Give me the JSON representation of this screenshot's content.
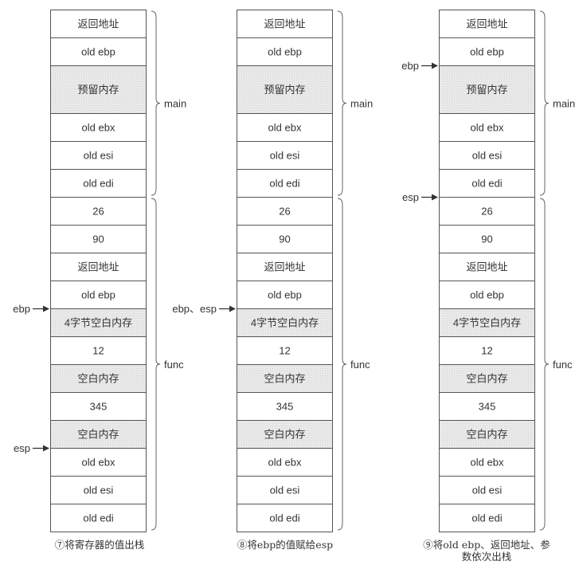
{
  "panels": [
    {
      "caption": "⑦将寄存器的值出栈",
      "cells": [
        {
          "label": "返回地址",
          "shaded": false
        },
        {
          "label": "old ebp",
          "shaded": false
        },
        {
          "label": "预留内存",
          "shaded": true
        },
        {
          "label": "old ebx",
          "shaded": false
        },
        {
          "label": "old esi",
          "shaded": false
        },
        {
          "label": "old edi",
          "shaded": false
        },
        {
          "label": "26",
          "shaded": false
        },
        {
          "label": "90",
          "shaded": false
        },
        {
          "label": "返回地址",
          "shaded": false
        },
        {
          "label": "old ebp",
          "shaded": false
        },
        {
          "label": "4字节空白内存",
          "shaded": true
        },
        {
          "label": "12",
          "shaded": false
        },
        {
          "label": "空白内存",
          "shaded": true
        },
        {
          "label": "345",
          "shaded": false
        },
        {
          "label": "空白内存",
          "shaded": true
        },
        {
          "label": "old ebx",
          "shaded": false
        },
        {
          "label": "old esi",
          "shaded": false
        },
        {
          "label": "old edi",
          "shaded": false
        }
      ],
      "pointers": [
        {
          "label": "ebp",
          "cell": 10
        },
        {
          "label": "esp",
          "cell": 15
        }
      ]
    },
    {
      "caption": "⑧将ebp的值赋给esp",
      "cells": [
        {
          "label": "返回地址",
          "shaded": false
        },
        {
          "label": "old ebp",
          "shaded": false
        },
        {
          "label": "预留内存",
          "shaded": true
        },
        {
          "label": "old ebx",
          "shaded": false
        },
        {
          "label": "old esi",
          "shaded": false
        },
        {
          "label": "old edi",
          "shaded": false
        },
        {
          "label": "26",
          "shaded": false
        },
        {
          "label": "90",
          "shaded": false
        },
        {
          "label": "返回地址",
          "shaded": false
        },
        {
          "label": "old ebp",
          "shaded": false
        },
        {
          "label": "4字节空白内存",
          "shaded": true
        },
        {
          "label": "12",
          "shaded": false
        },
        {
          "label": "空白内存",
          "shaded": true
        },
        {
          "label": "345",
          "shaded": false
        },
        {
          "label": "空白内存",
          "shaded": true
        },
        {
          "label": "old ebx",
          "shaded": false
        },
        {
          "label": "old esi",
          "shaded": false
        },
        {
          "label": "old edi",
          "shaded": false
        }
      ],
      "pointers": [
        {
          "label": "ebp、esp",
          "cell": 10
        }
      ]
    },
    {
      "caption": "⑨将old ebp、返回地址、参数依次出栈",
      "cells": [
        {
          "label": "返回地址",
          "shaded": false
        },
        {
          "label": "old ebp",
          "shaded": false
        },
        {
          "label": "预留内存",
          "shaded": true
        },
        {
          "label": "old ebx",
          "shaded": false
        },
        {
          "label": "old esi",
          "shaded": false
        },
        {
          "label": "old edi",
          "shaded": false
        },
        {
          "label": "26",
          "shaded": false
        },
        {
          "label": "90",
          "shaded": false
        },
        {
          "label": "返回地址",
          "shaded": false
        },
        {
          "label": "old ebp",
          "shaded": false
        },
        {
          "label": "4字节空白内存",
          "shaded": true
        },
        {
          "label": "12",
          "shaded": false
        },
        {
          "label": "空白内存",
          "shaded": true
        },
        {
          "label": "345",
          "shaded": false
        },
        {
          "label": "空白内存",
          "shaded": true
        },
        {
          "label": "old ebx",
          "shaded": false
        },
        {
          "label": "old esi",
          "shaded": false
        },
        {
          "label": "old edi",
          "shaded": false
        }
      ],
      "pointers": [
        {
          "label": "ebp",
          "cell": 2
        },
        {
          "label": "esp",
          "cell": 6
        }
      ]
    }
  ],
  "braces": [
    {
      "label": "main",
      "from": 0,
      "to": 5
    },
    {
      "label": "func",
      "from": 6,
      "to": 17
    }
  ],
  "colors": {
    "border": "#555555",
    "shade": "#ececec",
    "shade_dot": "#d2d2d2",
    "text": "#333333",
    "brace": "#666666"
  }
}
